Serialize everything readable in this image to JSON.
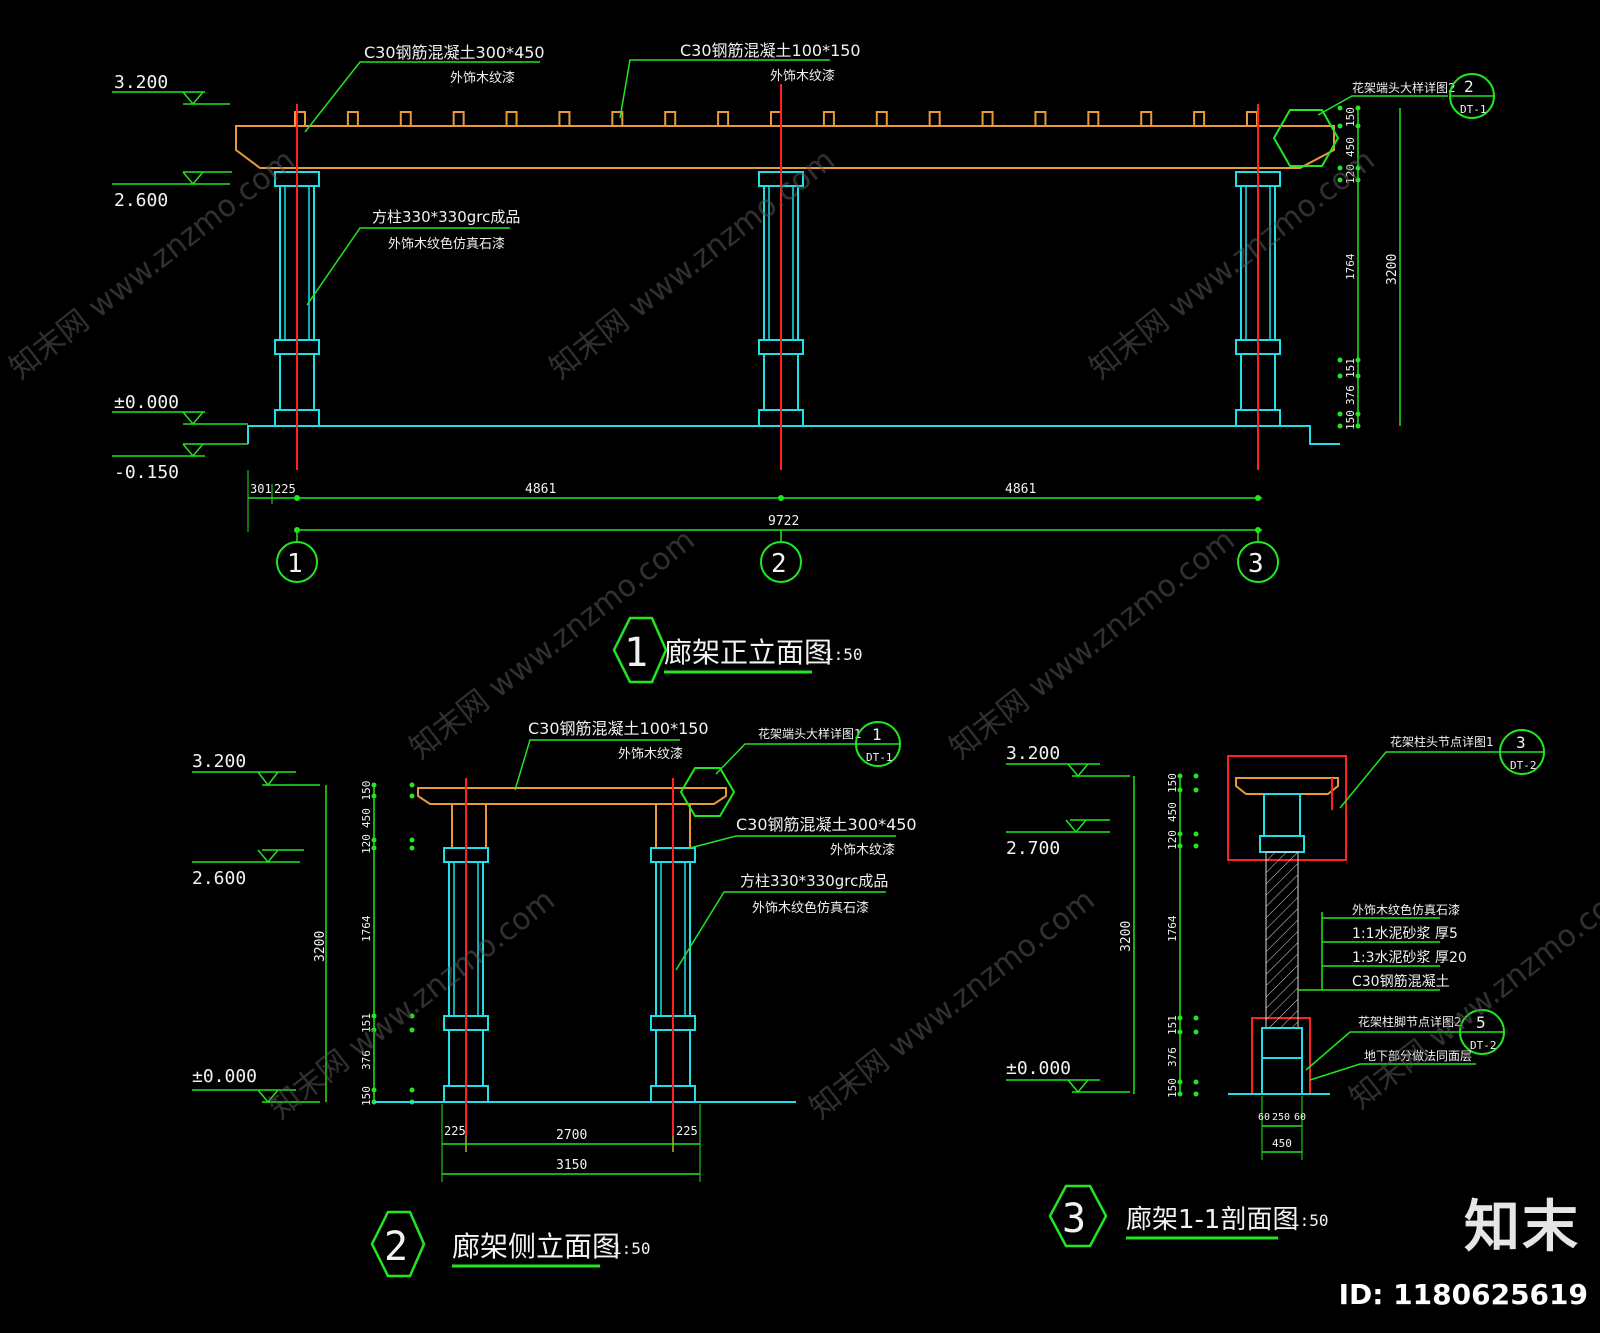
{
  "colors": {
    "background": "#000000",
    "green": "#21e621",
    "cyan": "#1fe0e8",
    "orange": "#e89a3a",
    "red": "#ff2020",
    "white": "#f2f2f2",
    "watermark": "#5a5a5a"
  },
  "elevation1": {
    "level_top": "3.200",
    "level_beam": "2.600",
    "level_ground": "±0.000",
    "level_low": "-0.150",
    "note_beam_top": "C30钢筋混凝土300*450",
    "note_beam_top_sub": "外饰木纹漆",
    "note_rafter": "C30钢筋混凝土100*150",
    "note_rafter_sub": "外饰木纹漆",
    "note_column": "方柱330*330grc成品",
    "note_column_sub": "外饰木纹色仿真石漆",
    "note_detail": "花架端头大样详图2",
    "detail_mark_num": "2",
    "detail_mark_sheet": "DT-1",
    "dims_bottom": [
      "301",
      "225",
      "4861",
      "4861"
    ],
    "dim_total": "9722",
    "dims_right": [
      "150",
      "450",
      "120",
      "1764",
      "151",
      "376",
      "150"
    ],
    "dim_right_total": "3200",
    "axes": [
      "1",
      "2",
      "3"
    ],
    "title_num": "1",
    "title": "廊架正立面图",
    "scale": "1:50"
  },
  "elevation2": {
    "level_top": "3.200",
    "level_beam": "2.600",
    "level_ground": "±0.000",
    "note_rafter": "C30钢筋混凝土100*150",
    "note_rafter_sub": "外饰木纹漆",
    "note_detail": "花架端头大样详图1",
    "detail_mark_num": "1",
    "detail_mark_sheet": "DT-1",
    "note_beam": "C30钢筋混凝土300*450",
    "note_beam_sub": "外饰木纹漆",
    "note_column": "方柱330*330grc成品",
    "note_column_sub": "外饰木纹色仿真石漆",
    "dims_left": [
      "150",
      "450",
      "120",
      "1764",
      "151",
      "376",
      "150"
    ],
    "dim_left_total": "3200",
    "dims_bottom": [
      "225",
      "2700",
      "225"
    ],
    "dim_total": "3150",
    "title_num": "2",
    "title": "廊架侧立面图",
    "scale": "1:50"
  },
  "section3": {
    "level_top": "3.200",
    "level_beam": "2.700",
    "level_ground": "±0.000",
    "note_top": "花架柱头节点详图1",
    "top_mark_num": "3",
    "top_mark_sheet": "DT-2",
    "layers": [
      "外饰木纹色仿真石漆",
      "1:1水泥砂浆 厚5",
      "1:3水泥砂浆 厚20",
      "C30钢筋混凝土"
    ],
    "note_base": "花架柱脚节点详图2",
    "base_mark_num": "5",
    "base_mark_sheet": "DT-2",
    "note_base_sub": "地下部分做法同面层",
    "dims_right": [
      "150",
      "450",
      "120",
      "1764",
      "151",
      "376",
      "150"
    ],
    "dim_right_total": "3200",
    "dims_bottom": [
      "60",
      "250",
      "60"
    ],
    "dim_total": "450",
    "title_num": "3",
    "title": "廊架1-1剖面图",
    "scale": "1:50"
  },
  "watermark": {
    "text": "知末网 www.znzmo.com",
    "brand": "知末",
    "id": "ID: 1180625619"
  }
}
